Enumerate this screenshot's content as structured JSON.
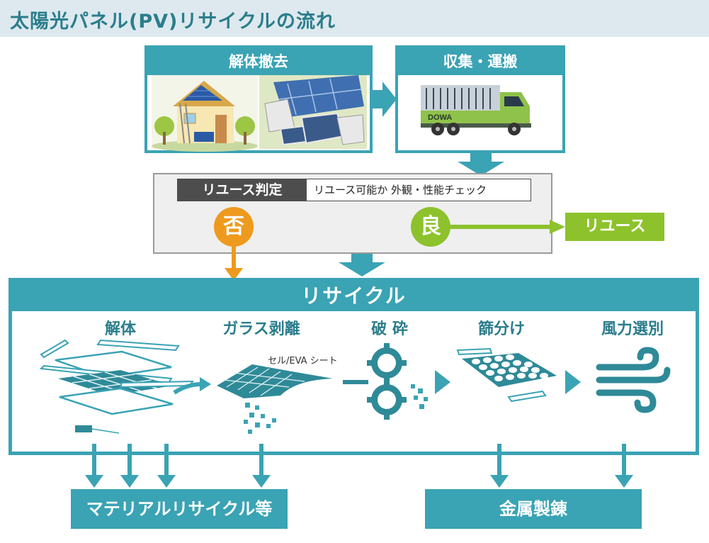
{
  "title": "太陽光パネル(PV)リサイクルの流れ",
  "stages": {
    "demolition": "解体撤去",
    "transport": "収集・運搬",
    "truck_logo": "DOWA"
  },
  "judgement": {
    "label": "リユース判定",
    "description": "リユース可能か 外観・性能チェック",
    "bad": "否",
    "good": "良",
    "reuse": "リユース"
  },
  "recycle": {
    "heading": "リサイクル",
    "steps": [
      "解体",
      "ガラス剥離",
      "破 砕",
      "篩分け",
      "風力選別"
    ],
    "cell_note": "セル/EVA シート"
  },
  "outputs": {
    "material": "マテリアルリサイクル等",
    "smelting": "金属製錬"
  },
  "colors": {
    "teal": "#3aa3b4",
    "orange": "#ee9a1e",
    "green": "#8dc22c",
    "dark": "#4d4d4d"
  }
}
